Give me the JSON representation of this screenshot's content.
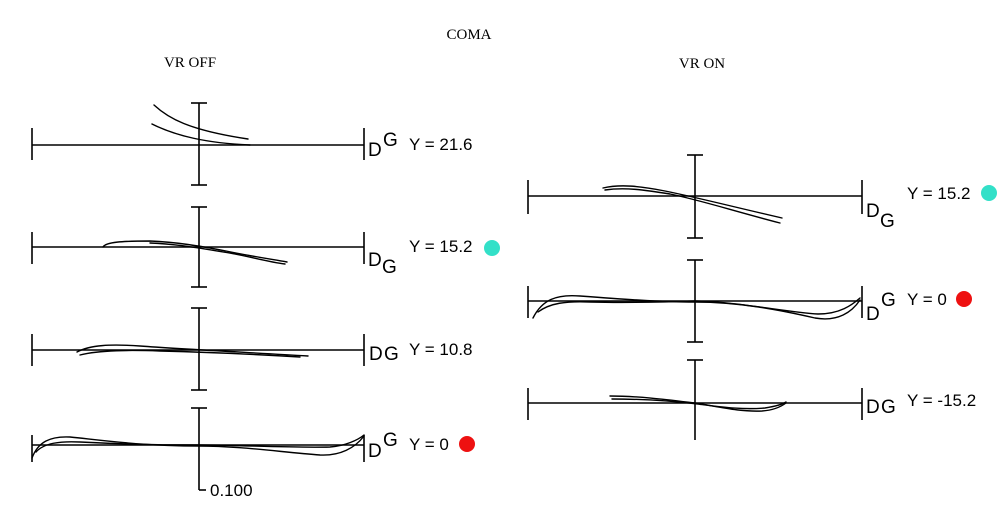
{
  "title": "COMA",
  "panels": [
    {
      "heading": "VR OFF",
      "scale_label": "0.100",
      "plots": [
        {
          "dlabel": "D",
          "glabel": "G",
          "y_label": "Y = 21.6",
          "dot_color": null
        },
        {
          "dlabel": "D",
          "glabel": "G",
          "y_label": "Y = 15.2",
          "dot_color": "#33e0c8"
        },
        {
          "dlabel": "D",
          "glabel": "G",
          "y_label": "Y = 10.8",
          "dot_color": null
        },
        {
          "dlabel": "D",
          "glabel": "G",
          "y_label": "Y = 0",
          "dot_color": "#ee1111"
        }
      ]
    },
    {
      "heading": "VR ON",
      "plots": [
        {
          "dlabel": "D",
          "glabel": "G",
          "y_label": "Y = 15.2",
          "dot_color": "#33e0c8"
        },
        {
          "dlabel": "D",
          "glabel": "G",
          "y_label": "Y = 0",
          "dot_color": "#ee1111"
        },
        {
          "dlabel": "D",
          "glabel": "G",
          "y_label": "Y = -15.2",
          "dot_color": null
        }
      ]
    }
  ]
}
